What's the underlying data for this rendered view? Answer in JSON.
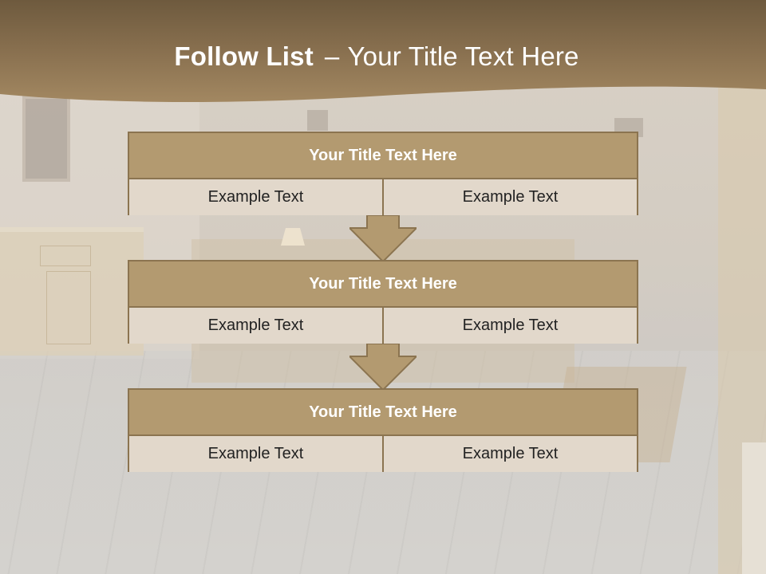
{
  "title": {
    "strong": "Follow List",
    "separator": "–",
    "rest": "Your Title Text Here"
  },
  "blocks": [
    {
      "title": "Your Title Text Here",
      "cells": [
        "Example Text",
        "Example Text"
      ]
    },
    {
      "title": "Your Title Text Here",
      "cells": [
        "Example Text",
        "Example Text"
      ]
    },
    {
      "title": "Your Title Text Here",
      "cells": [
        "Example Text",
        "Example Text"
      ]
    }
  ],
  "colors": {
    "header_band": "#8a7150",
    "block_title_fill": "#b39a70",
    "cell_fill": "#e2d8cb",
    "border": "#8b7450"
  }
}
